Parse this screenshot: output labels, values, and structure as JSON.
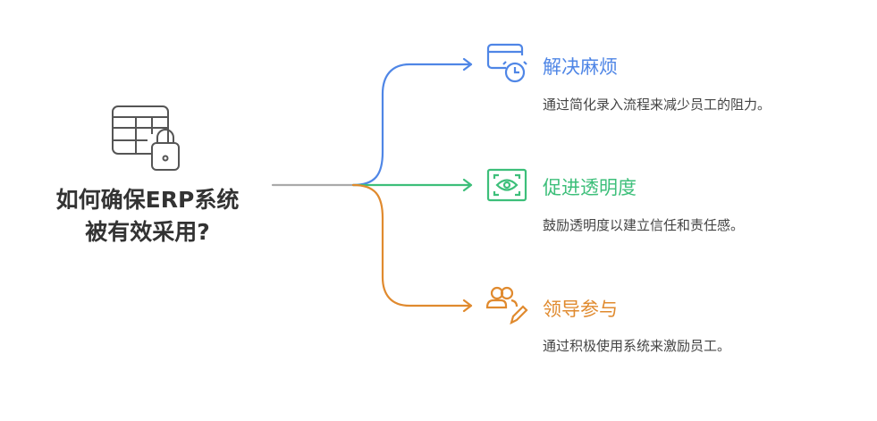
{
  "title_line1": "如何确保ERP系统",
  "title_line2": "被有效采用?",
  "colors": {
    "blue": "#4f86e6",
    "green": "#3dbf7a",
    "orange": "#e08a2e",
    "stem": "#aaaaaa"
  },
  "branches": [
    {
      "icon": "browser-clock-icon",
      "heading": "解决麻烦",
      "description": "通过简化录入流程来减少员工的阻力。"
    },
    {
      "icon": "eye-scan-icon",
      "heading": "促进透明度",
      "description": "鼓励透明度以建立信任和责任感。"
    },
    {
      "icon": "users-edit-icon",
      "heading": "领导参与",
      "description": "通过积极使用系统来激励员工。"
    }
  ]
}
